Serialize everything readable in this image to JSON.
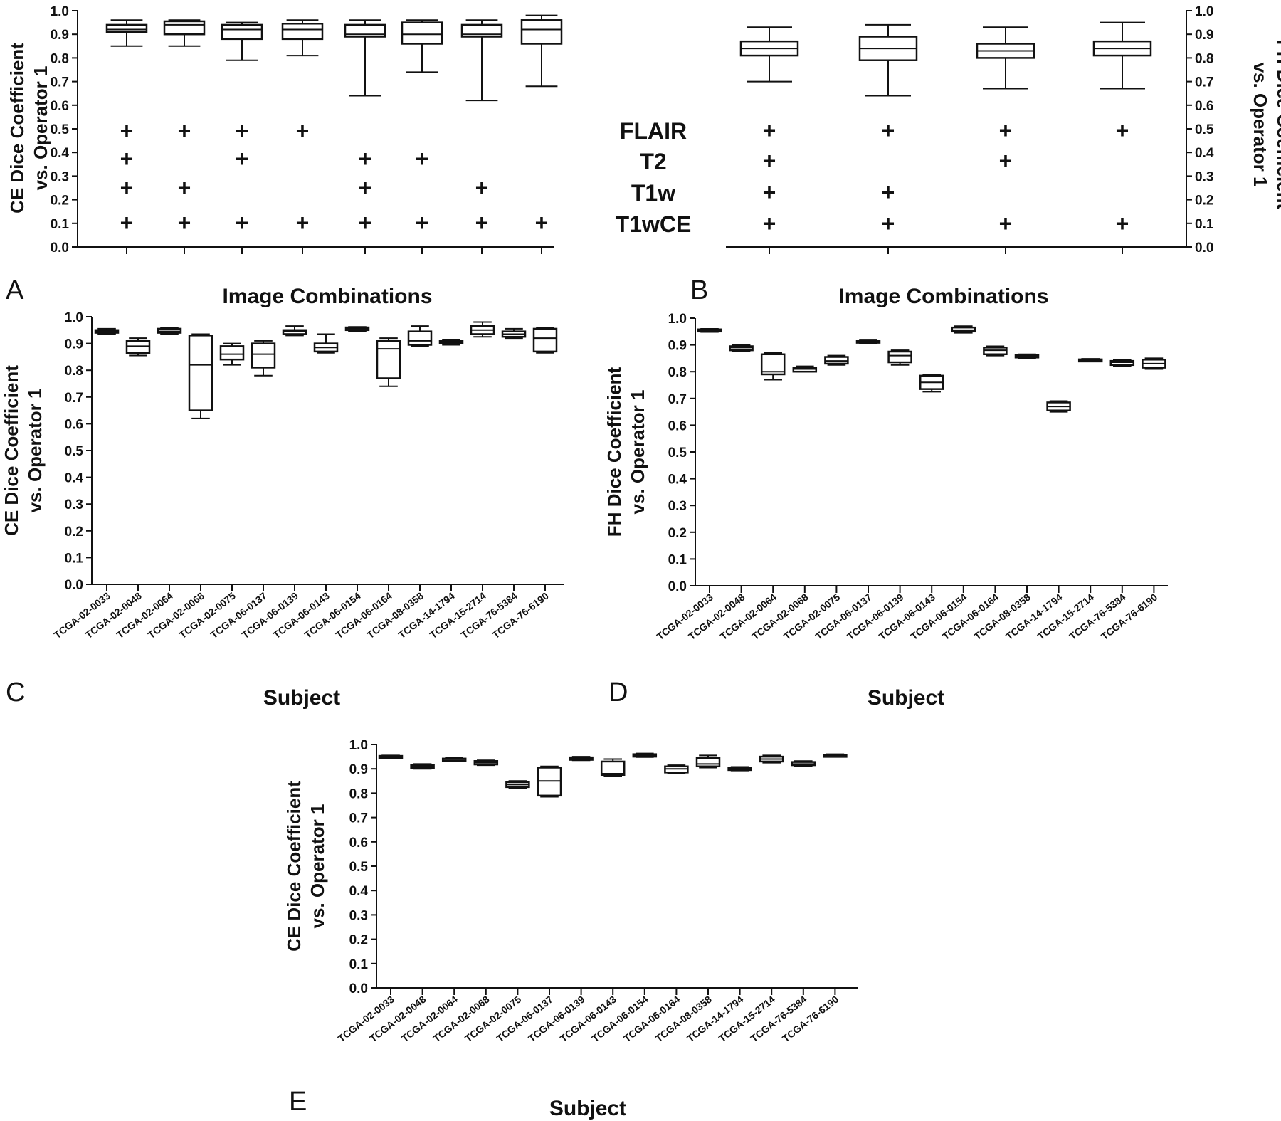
{
  "chart_data": [
    {
      "panel": "A",
      "type": "box",
      "ylabel": [
        "CE Dice Coefficient",
        "vs. Operator 1"
      ],
      "xlabel": "Image Combinations",
      "ylim": [
        0,
        1
      ],
      "yticks": [
        "0.0",
        "0.1",
        "0.2",
        "0.3",
        "0.4",
        "0.5",
        "0.6",
        "0.7",
        "0.8",
        "0.9",
        "1.0"
      ],
      "boxes": [
        {
          "min": 0.85,
          "q1": 0.91,
          "med": 0.92,
          "q3": 0.94,
          "max": 0.96
        },
        {
          "min": 0.85,
          "q1": 0.9,
          "med": 0.94,
          "q3": 0.955,
          "max": 0.96
        },
        {
          "min": 0.79,
          "q1": 0.88,
          "med": 0.92,
          "q3": 0.94,
          "max": 0.95
        },
        {
          "min": 0.81,
          "q1": 0.88,
          "med": 0.92,
          "q3": 0.945,
          "max": 0.96
        },
        {
          "min": 0.64,
          "q1": 0.89,
          "med": 0.9,
          "q3": 0.94,
          "max": 0.96
        },
        {
          "min": 0.74,
          "q1": 0.86,
          "med": 0.9,
          "q3": 0.95,
          "max": 0.96
        },
        {
          "min": 0.62,
          "q1": 0.89,
          "med": 0.9,
          "q3": 0.94,
          "max": 0.96
        },
        {
          "min": 0.68,
          "q1": 0.86,
          "med": 0.92,
          "q3": 0.96,
          "max": 0.98
        }
      ],
      "combos": [
        [
          true,
          true,
          true,
          true
        ],
        [
          true,
          false,
          true,
          true
        ],
        [
          true,
          true,
          false,
          true
        ],
        [
          true,
          false,
          false,
          true
        ],
        [
          false,
          true,
          true,
          true
        ],
        [
          false,
          true,
          false,
          true
        ],
        [
          false,
          false,
          true,
          true
        ],
        [
          false,
          false,
          false,
          true
        ]
      ]
    },
    {
      "panel": "B",
      "type": "box",
      "ylabel": [
        "FH Dice Coefficient",
        "vs. Operator 1"
      ],
      "xlabel": "Image Combinations",
      "ylim": [
        0,
        1
      ],
      "yticks": [
        "0.0",
        "0.1",
        "0.2",
        "0.3",
        "0.4",
        "0.5",
        "0.6",
        "0.7",
        "0.8",
        "0.9",
        "1.0"
      ],
      "row_labels": [
        "FLAIR",
        "T2",
        "T1w",
        "T1wCE"
      ],
      "boxes": [
        {
          "min": 0.7,
          "q1": 0.81,
          "med": 0.84,
          "q3": 0.87,
          "max": 0.93
        },
        {
          "min": 0.64,
          "q1": 0.79,
          "med": 0.84,
          "q3": 0.89,
          "max": 0.94
        },
        {
          "min": 0.67,
          "q1": 0.8,
          "med": 0.83,
          "q3": 0.86,
          "max": 0.93
        },
        {
          "min": 0.67,
          "q1": 0.81,
          "med": 0.84,
          "q3": 0.87,
          "max": 0.95
        }
      ],
      "combos": [
        [
          true,
          true,
          true,
          true
        ],
        [
          true,
          false,
          true,
          true
        ],
        [
          true,
          true,
          false,
          true
        ],
        [
          true,
          false,
          false,
          true
        ]
      ]
    },
    {
      "panel": "C",
      "type": "box",
      "ylabel": [
        "CE Dice Coefficient",
        "vs. Operator 1"
      ],
      "xlabel": "Subject",
      "ylim": [
        0,
        1
      ],
      "yticks": [
        "0.0",
        "0.1",
        "0.2",
        "0.3",
        "0.4",
        "0.5",
        "0.6",
        "0.7",
        "0.8",
        "0.9",
        "1.0"
      ],
      "categories": [
        "TCGA-02-0033",
        "TCGA-02-0048",
        "TCGA-02-0064",
        "TCGA-02-0068",
        "TCGA-02-0075",
        "TCGA-06-0137",
        "TCGA-06-0139",
        "TCGA-06-0143",
        "TCGA-06-0154",
        "TCGA-06-0164",
        "TCGA-08-0358",
        "TCGA-14-1794",
        "TCGA-15-2714",
        "TCGA-76-5384",
        "TCGA-76-6190"
      ],
      "boxes": [
        {
          "min": 0.935,
          "q1": 0.94,
          "med": 0.945,
          "q3": 0.95,
          "max": 0.955
        },
        {
          "min": 0.855,
          "q1": 0.865,
          "med": 0.89,
          "q3": 0.91,
          "max": 0.92
        },
        {
          "min": 0.935,
          "q1": 0.94,
          "med": 0.945,
          "q3": 0.955,
          "max": 0.96
        },
        {
          "min": 0.62,
          "q1": 0.65,
          "med": 0.82,
          "q3": 0.93,
          "max": 0.935
        },
        {
          "min": 0.82,
          "q1": 0.84,
          "med": 0.86,
          "q3": 0.89,
          "max": 0.9
        },
        {
          "min": 0.78,
          "q1": 0.81,
          "med": 0.86,
          "q3": 0.9,
          "max": 0.91
        },
        {
          "min": 0.93,
          "q1": 0.935,
          "med": 0.945,
          "q3": 0.95,
          "max": 0.965
        },
        {
          "min": 0.865,
          "q1": 0.87,
          "med": 0.885,
          "q3": 0.9,
          "max": 0.935
        },
        {
          "min": 0.945,
          "q1": 0.95,
          "med": 0.955,
          "q3": 0.96,
          "max": 0.962
        },
        {
          "min": 0.74,
          "q1": 0.77,
          "med": 0.88,
          "q3": 0.91,
          "max": 0.92
        },
        {
          "min": 0.89,
          "q1": 0.895,
          "med": 0.91,
          "q3": 0.945,
          "max": 0.965
        },
        {
          "min": 0.895,
          "q1": 0.9,
          "med": 0.905,
          "q3": 0.91,
          "max": 0.915
        },
        {
          "min": 0.925,
          "q1": 0.935,
          "med": 0.95,
          "q3": 0.965,
          "max": 0.98
        },
        {
          "min": 0.92,
          "q1": 0.925,
          "med": 0.935,
          "q3": 0.945,
          "max": 0.955
        },
        {
          "min": 0.865,
          "q1": 0.87,
          "med": 0.92,
          "q3": 0.955,
          "max": 0.96
        }
      ]
    },
    {
      "panel": "D",
      "type": "box",
      "ylabel": [
        "FH Dice Coefficient",
        "vs. Operator 1"
      ],
      "xlabel": "Subject",
      "ylim": [
        0,
        1
      ],
      "yticks": [
        "0.0",
        "0.1",
        "0.2",
        "0.3",
        "0.4",
        "0.5",
        "0.6",
        "0.7",
        "0.8",
        "0.9",
        "1.0"
      ],
      "categories": [
        "TCGA-02-0033",
        "TCGA-02-0048",
        "TCGA-02-0064",
        "TCGA-02-0068",
        "TCGA-02-0075",
        "TCGA-06-0137",
        "TCGA-06-0139",
        "TCGA-06-0143",
        "TCGA-06-0154",
        "TCGA-06-0164",
        "TCGA-08-0358",
        "TCGA-14-1794",
        "TCGA-15-2714",
        "TCGA-76-5384",
        "TCGA-76-6190"
      ],
      "boxes": [
        {
          "min": 0.948,
          "q1": 0.95,
          "med": 0.955,
          "q3": 0.958,
          "max": 0.96
        },
        {
          "min": 0.875,
          "q1": 0.88,
          "med": 0.89,
          "q3": 0.895,
          "max": 0.9
        },
        {
          "min": 0.77,
          "q1": 0.79,
          "med": 0.8,
          "q3": 0.865,
          "max": 0.87
        },
        {
          "min": 0.8,
          "q1": 0.8,
          "med": 0.81,
          "q3": 0.815,
          "max": 0.82
        },
        {
          "min": 0.825,
          "q1": 0.83,
          "med": 0.84,
          "q3": 0.855,
          "max": 0.86
        },
        {
          "min": 0.905,
          "q1": 0.908,
          "med": 0.912,
          "q3": 0.916,
          "max": 0.92
        },
        {
          "min": 0.825,
          "q1": 0.835,
          "med": 0.86,
          "q3": 0.875,
          "max": 0.88
        },
        {
          "min": 0.725,
          "q1": 0.735,
          "med": 0.76,
          "q3": 0.785,
          "max": 0.79
        },
        {
          "min": 0.945,
          "q1": 0.95,
          "med": 0.955,
          "q3": 0.965,
          "max": 0.97
        },
        {
          "min": 0.86,
          "q1": 0.865,
          "med": 0.88,
          "q3": 0.89,
          "max": 0.895
        },
        {
          "min": 0.85,
          "q1": 0.853,
          "med": 0.857,
          "q3": 0.862,
          "max": 0.865
        },
        {
          "min": 0.65,
          "q1": 0.655,
          "med": 0.67,
          "q3": 0.685,
          "max": 0.69
        },
        {
          "min": 0.838,
          "q1": 0.84,
          "med": 0.843,
          "q3": 0.846,
          "max": 0.848
        },
        {
          "min": 0.82,
          "q1": 0.825,
          "med": 0.835,
          "q3": 0.84,
          "max": 0.845
        },
        {
          "min": 0.81,
          "q1": 0.815,
          "med": 0.83,
          "q3": 0.845,
          "max": 0.85
        }
      ]
    },
    {
      "panel": "E",
      "type": "box",
      "ylabel": [
        "CE Dice Coefficient",
        "vs. Operator 1"
      ],
      "xlabel": "Subject",
      "ylim": [
        0,
        1
      ],
      "yticks": [
        "0.0",
        "0.1",
        "0.2",
        "0.3",
        "0.4",
        "0.5",
        "0.6",
        "0.7",
        "0.8",
        "0.9",
        "1.0"
      ],
      "categories": [
        "TCGA-02-0033",
        "TCGA-02-0048",
        "TCGA-02-0064",
        "TCGA-02-0068",
        "TCGA-02-0075",
        "TCGA-06-0137",
        "TCGA-06-0139",
        "TCGA-06-0143",
        "TCGA-06-0154",
        "TCGA-06-0164",
        "TCGA-08-0358",
        "TCGA-14-1794",
        "TCGA-15-2714",
        "TCGA-76-5384",
        "TCGA-76-6190"
      ],
      "boxes": [
        {
          "min": 0.945,
          "q1": 0.947,
          "med": 0.95,
          "q3": 0.953,
          "max": 0.955
        },
        {
          "min": 0.9,
          "q1": 0.903,
          "med": 0.91,
          "q3": 0.915,
          "max": 0.92
        },
        {
          "min": 0.935,
          "q1": 0.937,
          "med": 0.94,
          "q3": 0.942,
          "max": 0.945
        },
        {
          "min": 0.915,
          "q1": 0.918,
          "med": 0.925,
          "q3": 0.932,
          "max": 0.935
        },
        {
          "min": 0.82,
          "q1": 0.825,
          "med": 0.835,
          "q3": 0.845,
          "max": 0.85
        },
        {
          "min": 0.785,
          "q1": 0.79,
          "med": 0.85,
          "q3": 0.905,
          "max": 0.91
        },
        {
          "min": 0.935,
          "q1": 0.937,
          "med": 0.942,
          "q3": 0.947,
          "max": 0.95
        },
        {
          "min": 0.87,
          "q1": 0.875,
          "med": 0.88,
          "q3": 0.93,
          "max": 0.94
        },
        {
          "min": 0.948,
          "q1": 0.95,
          "med": 0.955,
          "q3": 0.96,
          "max": 0.963
        },
        {
          "min": 0.88,
          "q1": 0.885,
          "med": 0.9,
          "q3": 0.91,
          "max": 0.915
        },
        {
          "min": 0.905,
          "q1": 0.91,
          "med": 0.92,
          "q3": 0.945,
          "max": 0.955
        },
        {
          "min": 0.893,
          "q1": 0.895,
          "med": 0.9,
          "q3": 0.905,
          "max": 0.908
        },
        {
          "min": 0.925,
          "q1": 0.93,
          "med": 0.94,
          "q3": 0.95,
          "max": 0.955
        },
        {
          "min": 0.91,
          "q1": 0.915,
          "med": 0.92,
          "q3": 0.928,
          "max": 0.932
        },
        {
          "min": 0.95,
          "q1": 0.952,
          "med": 0.955,
          "q3": 0.958,
          "max": 0.96
        }
      ]
    }
  ]
}
